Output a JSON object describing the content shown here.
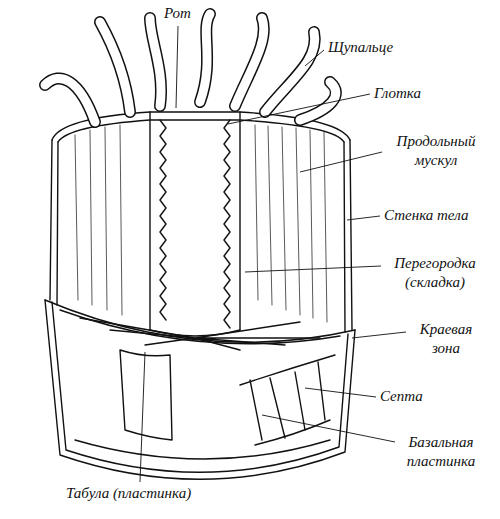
{
  "diagram": {
    "labels": [
      "Рот",
      "Щупальце",
      "Глотка",
      "Продольный мускул",
      "Стенка тела",
      "Перегородка (складка)",
      "Краевая зона",
      "Септа",
      "Базальная пластинка",
      "Табула (пластинка)"
    ]
  }
}
